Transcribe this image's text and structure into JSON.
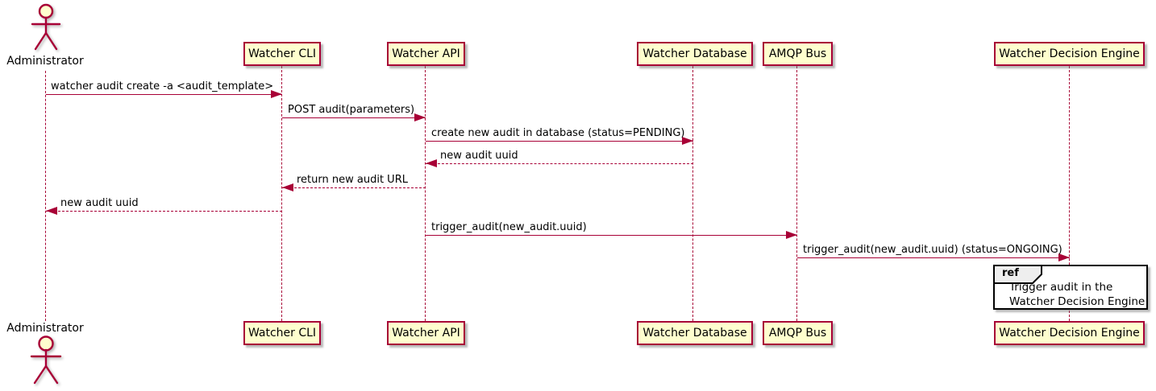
{
  "diagram_type": "sequence-diagram",
  "colors": {
    "stroke": "#A80036",
    "participant_fill": "#FEFECE",
    "text": "#000000",
    "ref_border": "#000000",
    "ref_tab_fill": "#EEEEEE"
  },
  "actors": {
    "top_label": "Administrator",
    "bottom_label": "Administrator"
  },
  "participants": [
    {
      "label": "Watcher CLI"
    },
    {
      "label": "Watcher API"
    },
    {
      "label": "Watcher Database"
    },
    {
      "label": "AMQP Bus"
    },
    {
      "label": "Watcher Decision Engine"
    }
  ],
  "messages": [
    {
      "from": "Administrator",
      "to": "Watcher CLI",
      "line": "solid",
      "label": "watcher audit create -a <audit_template>"
    },
    {
      "from": "Watcher CLI",
      "to": "Watcher API",
      "line": "solid",
      "label": "POST audit(parameters)"
    },
    {
      "from": "Watcher API",
      "to": "Watcher Database",
      "line": "solid",
      "label": "create new audit in database (status=PENDING)"
    },
    {
      "from": "Watcher Database",
      "to": "Watcher API",
      "line": "dashed",
      "label": "new audit uuid"
    },
    {
      "from": "Watcher API",
      "to": "Watcher CLI",
      "line": "dashed",
      "label": "return new audit URL"
    },
    {
      "from": "Watcher CLI",
      "to": "Administrator",
      "line": "dashed",
      "label": "new audit uuid"
    },
    {
      "from": "Watcher API",
      "to": "AMQP Bus",
      "line": "solid",
      "label": "trigger_audit(new_audit.uuid)"
    },
    {
      "from": "AMQP Bus",
      "to": "Watcher Decision Engine",
      "line": "solid",
      "label": "trigger_audit(new_audit.uuid) (status=ONGOING)"
    }
  ],
  "ref_fragment": {
    "keyword": "ref",
    "line1": "Trigger audit in the",
    "line2": "Watcher Decision Engine"
  }
}
